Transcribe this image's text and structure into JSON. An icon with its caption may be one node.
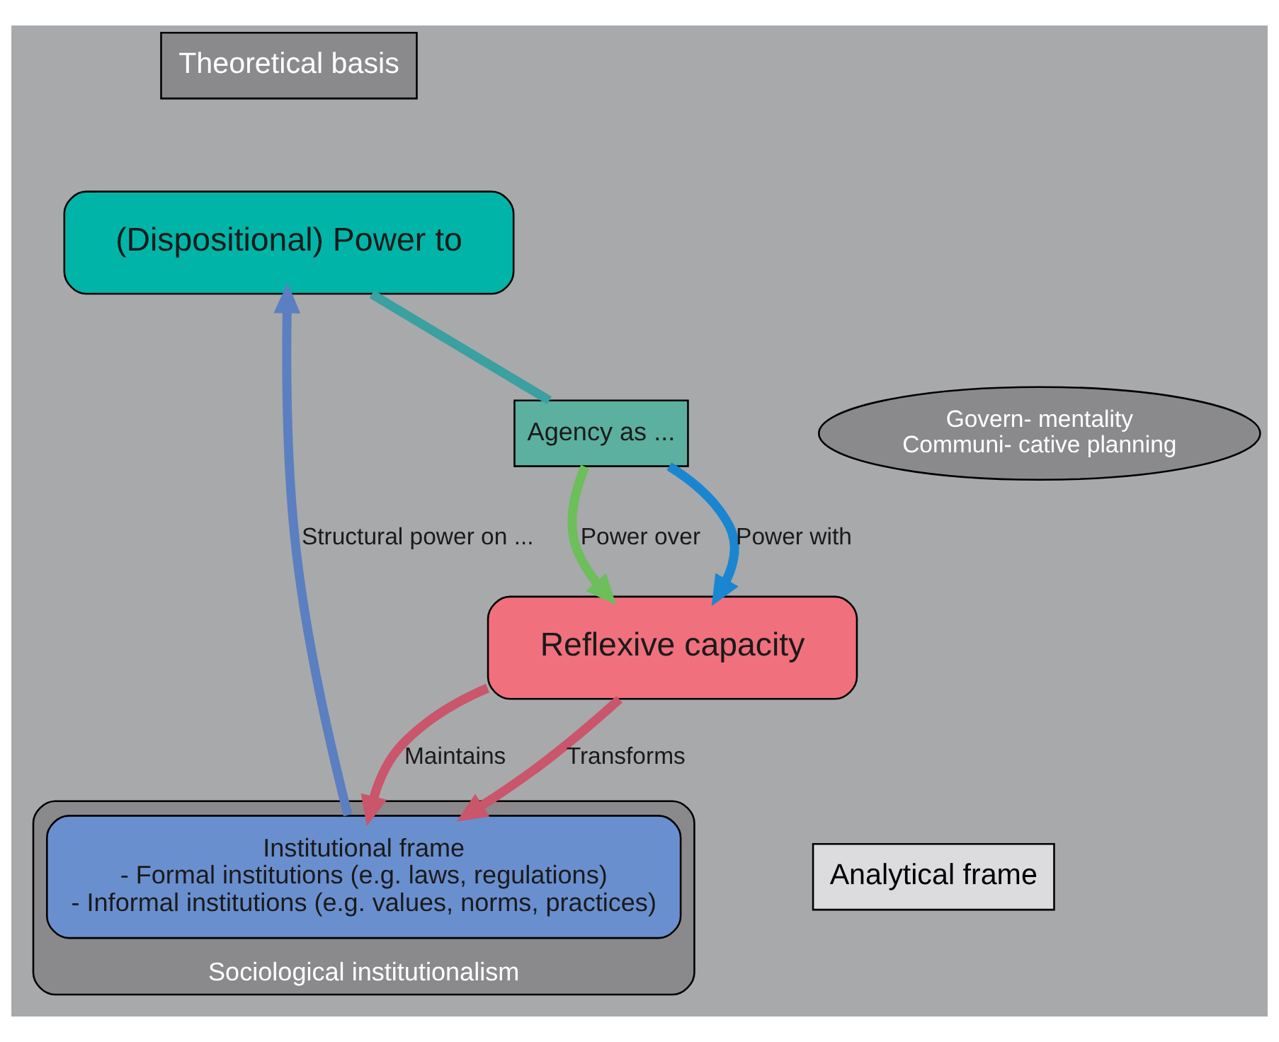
{
  "diagram": {
    "nodes": [
      {
        "text": [
          "Theoretical basis"
        ]
      },
      {
        "text": [
          "Analytical frame"
        ]
      },
      {
        "text": [
          "Sociological institutionalism"
        ]
      },
      {
        "text": [
          "Institutional frame",
          "- Formal institutions (e.g. laws, regulations)",
          "- Informal institutions (e.g. values, norms, practices)"
        ],
        "in": 2
      },
      {
        "text": [
          "(Dispositional) Power to"
        ]
      },
      {
        "text": [
          "Govern- mentality",
          "Communi- cative planning"
        ]
      },
      {
        "text": [
          "Agency as ..."
        ]
      },
      {
        "text": [
          "Reflexive capacity"
        ]
      }
    ],
    "edges": [
      {
        "from": 3,
        "to": 4,
        "arrow": "to",
        "label": "Structural power on ...",
        "color": "#5b7fc0"
      },
      {
        "from": 4,
        "to": 6,
        "arrow": "none",
        "color": "#3aa0a0"
      },
      {
        "from": 6,
        "to": 7,
        "arrow": "to",
        "label": "Power over",
        "color": "#6cbf5a"
      },
      {
        "from": 6,
        "to": 7,
        "arrow": "to",
        "label": "Power with",
        "color": "#1a86d0"
      },
      {
        "from": 7,
        "to": 3,
        "arrow": "to",
        "label": "Maintains",
        "color": "#c9566a"
      },
      {
        "from": 7,
        "to": 3,
        "arrow": "to",
        "label": "Transforms",
        "color": "#c9566a"
      }
    ]
  }
}
